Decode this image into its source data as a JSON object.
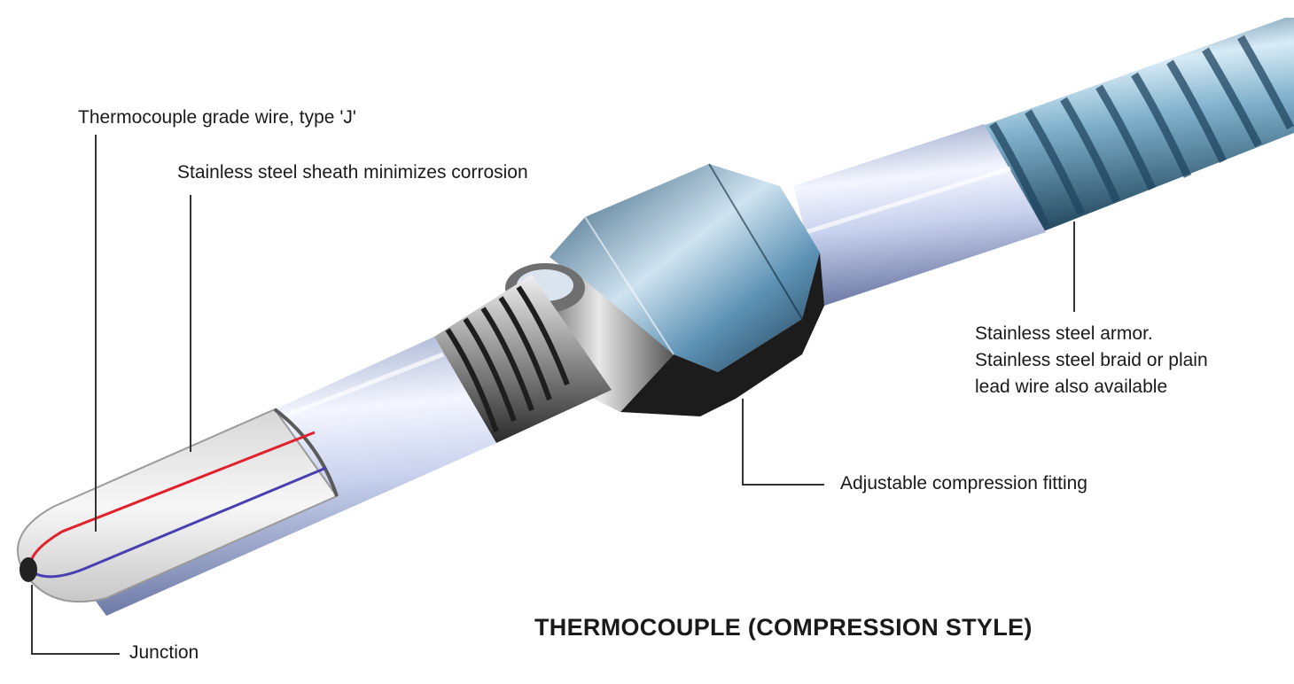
{
  "diagram": {
    "title": "THERMOCOUPLE (COMPRESSION STYLE)",
    "labels": {
      "wire": "Thermocouple grade wire, type 'J'",
      "sheath": "Stainless steel sheath minimizes corrosion",
      "armor_line1": "Stainless steel armor.",
      "armor_line2": "Stainless steel braid or plain",
      "armor_line3": "lead wire also available",
      "fitting": "Adjustable compression fitting",
      "junction": "Junction"
    },
    "colors": {
      "wire_red": "#e0202a",
      "wire_blue": "#4a3fb0",
      "steel_light": "#e6eef8",
      "steel_mid": "#9fb6d0",
      "steel_dark": "#2f4f6e",
      "fitting_dark": "#1a1a1a"
    }
  }
}
